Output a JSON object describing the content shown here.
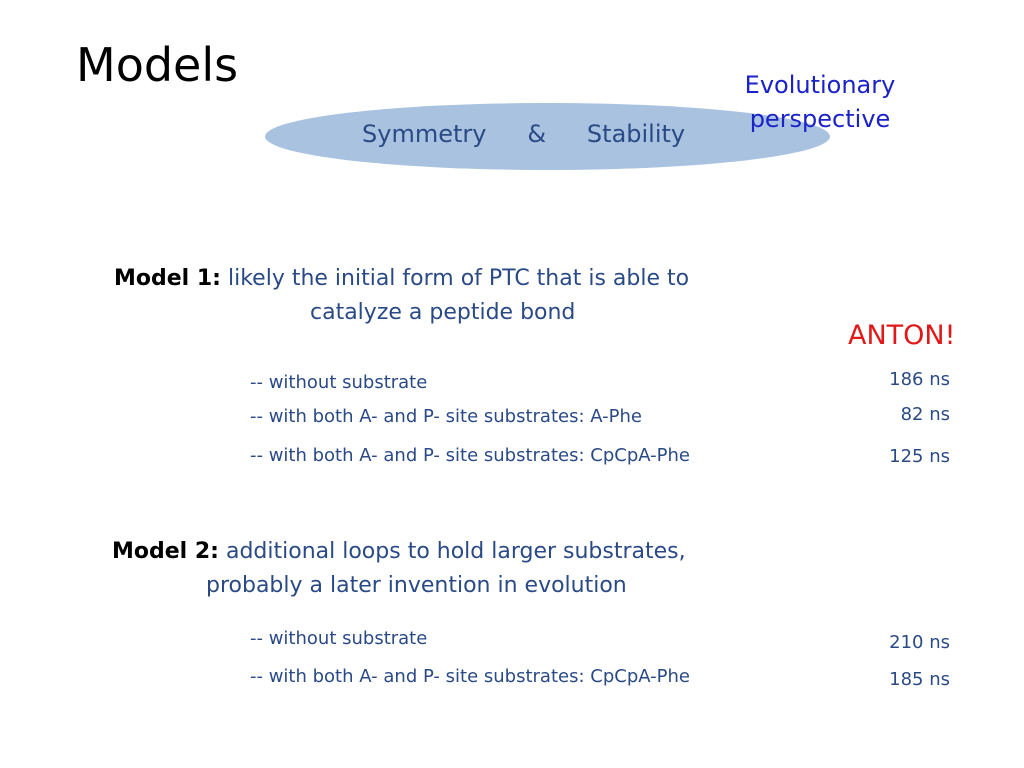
{
  "slide": {
    "title": "Models",
    "oval_text": "Symmetry   &   Stability",
    "evolutionary": "Evolutionary perspective",
    "anton": "ANTON!"
  },
  "model1": {
    "label": "Model 1:",
    "desc_line1": "likely the initial form of PTC that is able to",
    "desc_line2": "catalyze a peptide bond",
    "rows": [
      {
        "text": "-- without substrate",
        "time": "186 ns"
      },
      {
        "text": "-- with both A- and P- site substrates: A-Phe",
        "time": "82 ns"
      },
      {
        "text": "-- with both A- and P- site substrates: CpCpA-Phe",
        "time": "125 ns"
      }
    ]
  },
  "model2": {
    "label": "Model 2:",
    "desc_line1": "additional loops to hold larger substrates,",
    "desc_line2": "probably a later invention in evolution",
    "rows": [
      {
        "text": "-- without substrate",
        "time": "210 ns"
      },
      {
        "text": "-- with both A- and P- site substrates: CpCpA-Phe",
        "time": "185 ns"
      }
    ]
  },
  "colors": {
    "accent_blue": "#2a4a86",
    "evolutionary_blue": "#1a22c8",
    "anton_red": "#e01818",
    "oval_fill": "#a8c2e0"
  }
}
